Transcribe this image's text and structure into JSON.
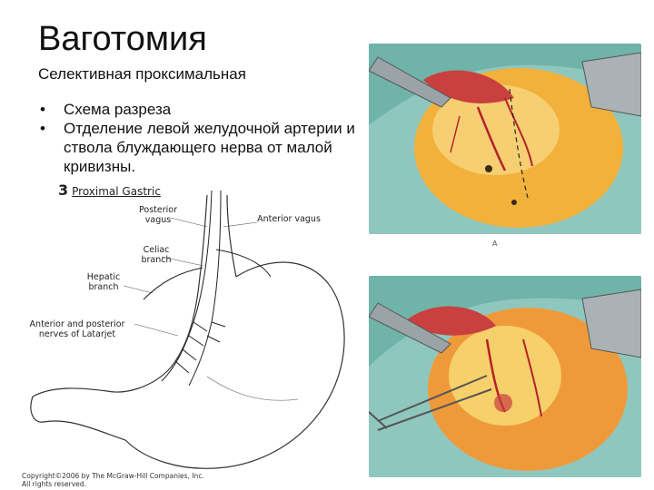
{
  "slide": {
    "title": "Ваготомия",
    "subtitle": "Селективная проксимальная",
    "bullets": [
      "Схема разреза",
      "Отделение левой желудочной артерии и ствола блуждающего нерва от малой кривизны."
    ]
  },
  "figure": {
    "number": "3",
    "label": "Proximal Gastric",
    "annotations": {
      "posterior_vagus": "Posterior vagus",
      "anterior_vagus": "Anterior vagus",
      "celiac_branch": "Celiac branch",
      "hepatic_branch": "Hepatic branch",
      "nerves_latarjet": "Anterior and posterior nerves of Latarjet"
    },
    "copyright_line1": "Copyright©2006 by The McGraw-Hill Companies, Inc.",
    "copyright_line2": "All rights reserved."
  },
  "photos": {
    "caption_a": "A"
  },
  "colors": {
    "stomach": "#f2b13a",
    "tissue": "#8fc7be",
    "blood": "#b5202a"
  }
}
